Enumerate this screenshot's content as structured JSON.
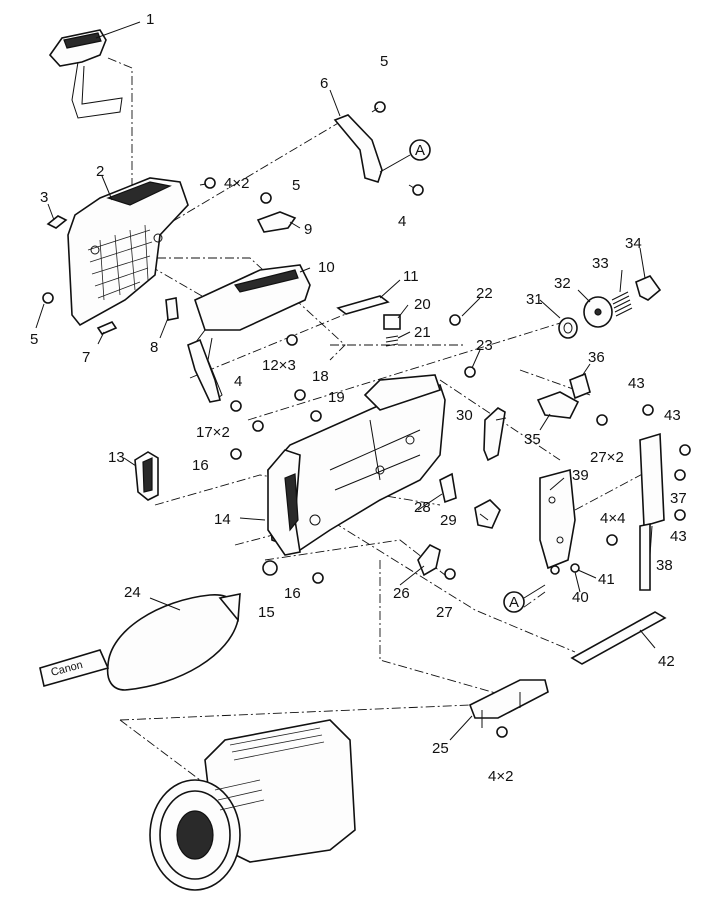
{
  "diagram": {
    "part_labels": [
      {
        "id": "p1",
        "text": "1"
      },
      {
        "id": "p2",
        "text": "2"
      },
      {
        "id": "p3",
        "text": "3"
      },
      {
        "id": "p4a",
        "text": "4"
      },
      {
        "id": "p4x2a",
        "text": "4×2"
      },
      {
        "id": "p4b",
        "text": "4"
      },
      {
        "id": "p4x2b",
        "text": "4×2"
      },
      {
        "id": "p4x4",
        "text": "4×4"
      },
      {
        "id": "p5a",
        "text": "5"
      },
      {
        "id": "p5b",
        "text": "5"
      },
      {
        "id": "p5c",
        "text": "5"
      },
      {
        "id": "p6",
        "text": "6"
      },
      {
        "id": "p7",
        "text": "7"
      },
      {
        "id": "p8",
        "text": "8"
      },
      {
        "id": "p9",
        "text": "9"
      },
      {
        "id": "p10",
        "text": "10"
      },
      {
        "id": "p11",
        "text": "11"
      },
      {
        "id": "p12x3",
        "text": "12×3"
      },
      {
        "id": "p13",
        "text": "13"
      },
      {
        "id": "p14",
        "text": "14"
      },
      {
        "id": "p15",
        "text": "15"
      },
      {
        "id": "p16a",
        "text": "16"
      },
      {
        "id": "p16b",
        "text": "16"
      },
      {
        "id": "p17x2",
        "text": "17×2"
      },
      {
        "id": "p18",
        "text": "18"
      },
      {
        "id": "p19",
        "text": "19"
      },
      {
        "id": "p20",
        "text": "20"
      },
      {
        "id": "p21",
        "text": "21"
      },
      {
        "id": "p22",
        "text": "22"
      },
      {
        "id": "p23",
        "text": "23"
      },
      {
        "id": "p24",
        "text": "24"
      },
      {
        "id": "p25",
        "text": "25"
      },
      {
        "id": "p26",
        "text": "26"
      },
      {
        "id": "p27",
        "text": "27"
      },
      {
        "id": "p27x2",
        "text": "27×2"
      },
      {
        "id": "p28",
        "text": "28"
      },
      {
        "id": "p29",
        "text": "29"
      },
      {
        "id": "p30",
        "text": "30"
      },
      {
        "id": "p31",
        "text": "31"
      },
      {
        "id": "p32",
        "text": "32"
      },
      {
        "id": "p33",
        "text": "33"
      },
      {
        "id": "p34",
        "text": "34"
      },
      {
        "id": "p35",
        "text": "35"
      },
      {
        "id": "p36",
        "text": "36"
      },
      {
        "id": "p37",
        "text": "37"
      },
      {
        "id": "p38",
        "text": "38"
      },
      {
        "id": "p39",
        "text": "39"
      },
      {
        "id": "p40",
        "text": "40"
      },
      {
        "id": "p41",
        "text": "41"
      },
      {
        "id": "p42",
        "text": "42"
      },
      {
        "id": "p43a",
        "text": "43"
      },
      {
        "id": "p43b",
        "text": "43"
      },
      {
        "id": "p43c",
        "text": "43"
      }
    ],
    "reference_markers": [
      {
        "id": "refA1",
        "text": "A"
      },
      {
        "id": "refA2",
        "text": "A"
      }
    ],
    "strap_logo_text": "Canon"
  }
}
